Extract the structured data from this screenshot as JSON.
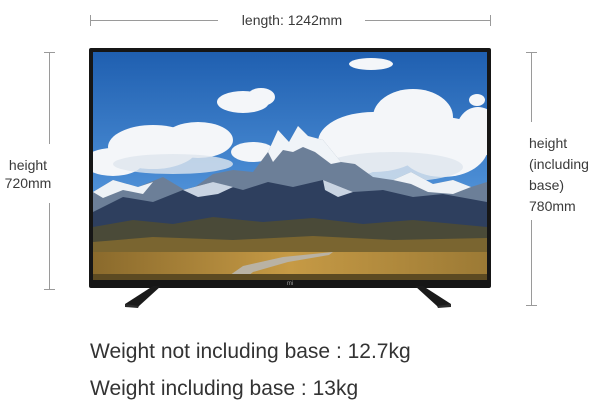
{
  "dimensions": {
    "length_label": "length: 1242mm",
    "height_label_line1": "height",
    "height_label_line2": "720mm",
    "height_with_base_lines": [
      "height",
      "(including",
      "base)",
      "780mm"
    ]
  },
  "weights": {
    "without_base": "Weight not including base : 12.7kg",
    "with_base": "Weight including base : 13kg"
  },
  "tv": {
    "logo_text": "mi",
    "screen_image": "mountain-landscape"
  },
  "colors": {
    "text": "#3a3a3a",
    "dimension_line": "#9a9a9a",
    "tv_frame": "#161616",
    "sky": "#2f6fbd"
  }
}
